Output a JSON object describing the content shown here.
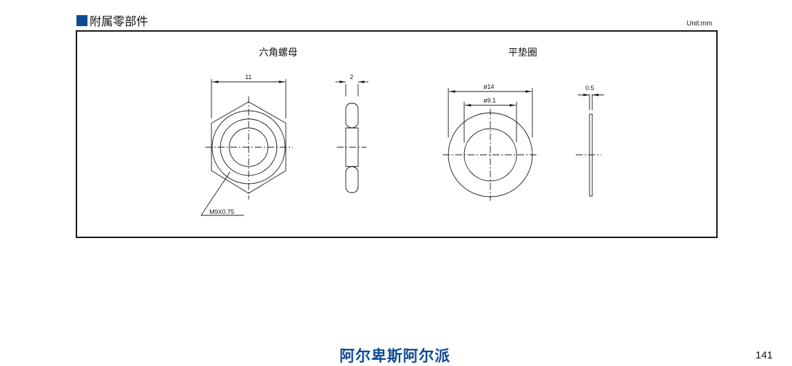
{
  "section": {
    "title": "附属零部件",
    "unit": "Unit:mm",
    "accent_color": "#0d4a94"
  },
  "parts": [
    {
      "name": "六角螺母",
      "dims": {
        "width": "11",
        "thickness": "2",
        "thread": "M9X0.75"
      }
    },
    {
      "name": "平垫圈",
      "dims": {
        "outer_diameter": "ø14",
        "inner_diameter": "ø9.1",
        "thickness": "0.5"
      }
    }
  ],
  "footer": {
    "brand": "阿尔卑斯阿尔派",
    "page_number": "141"
  }
}
